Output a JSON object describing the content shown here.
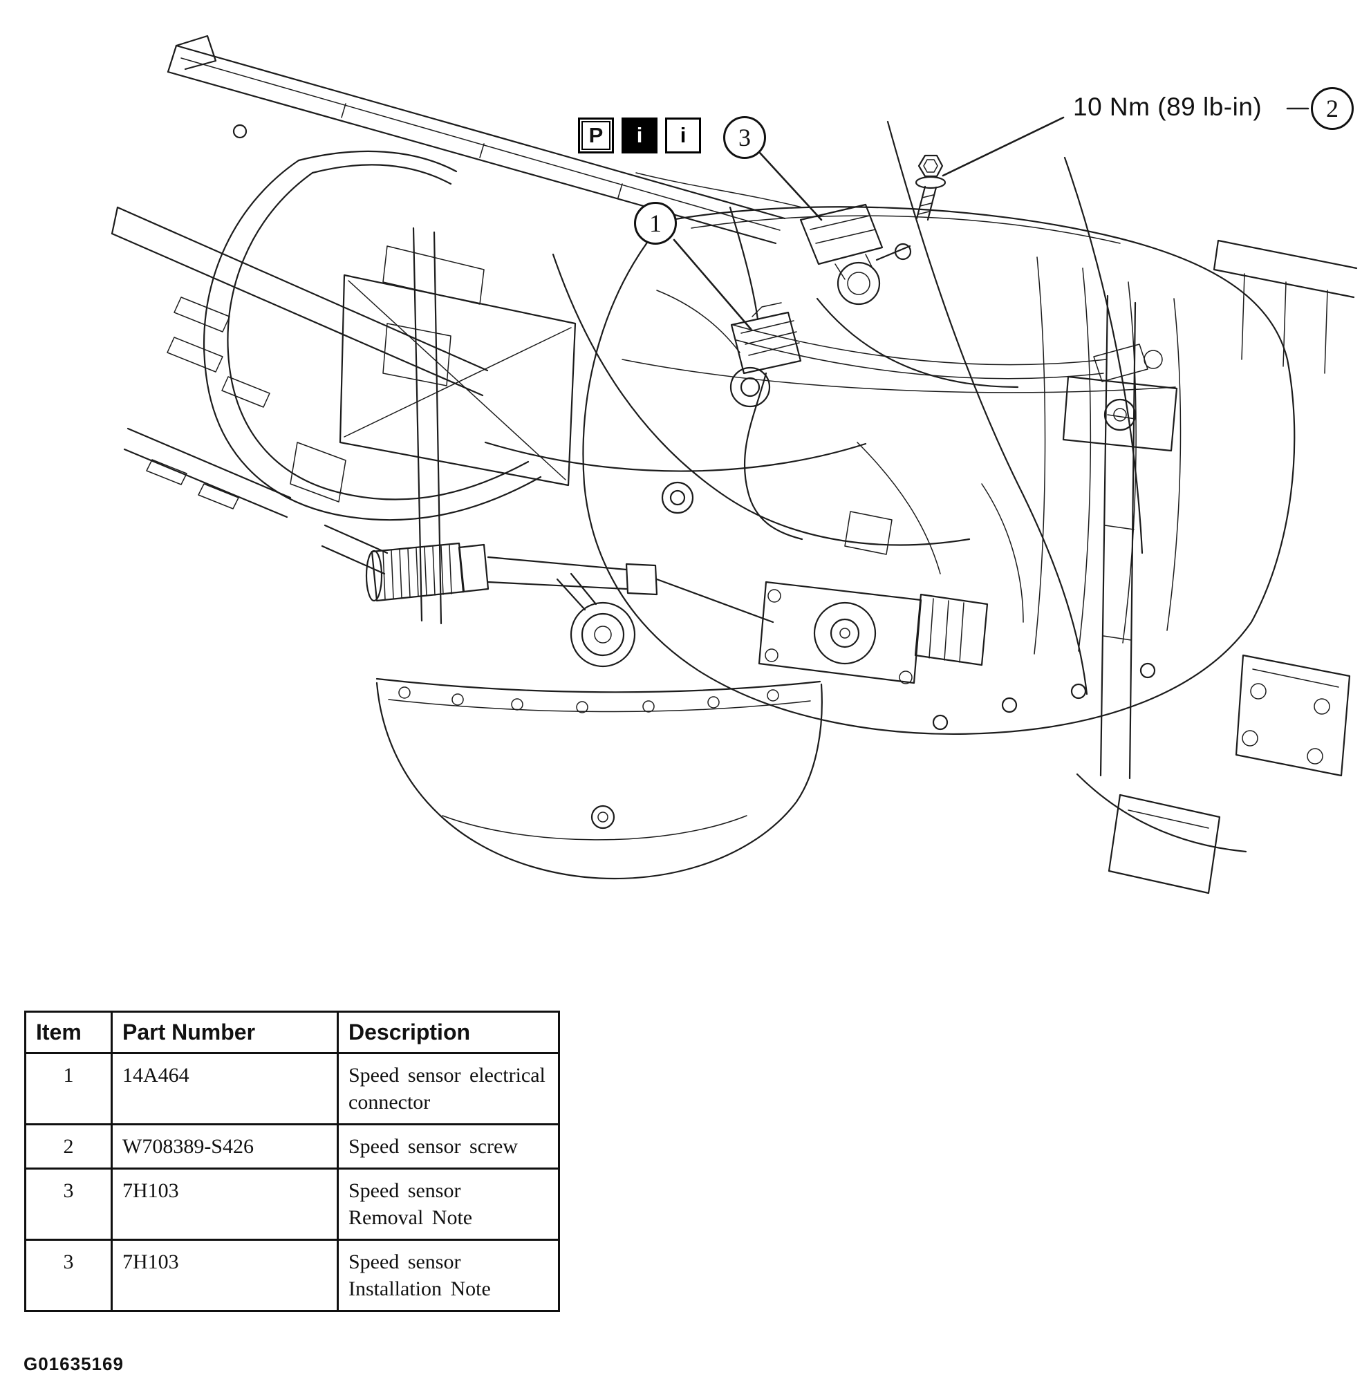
{
  "diagram": {
    "badges": [
      "P",
      "i",
      "i"
    ],
    "callouts": [
      {
        "number": "1"
      },
      {
        "number": "2"
      },
      {
        "number": "3"
      }
    ],
    "torque_label": "10 Nm (89 lb-in)"
  },
  "table": {
    "headers": [
      "Item",
      "Part Number",
      "Description"
    ],
    "rows": [
      {
        "item": "1",
        "part_number": "14A464",
        "description": "Speed sensor electrical connector",
        "note": ""
      },
      {
        "item": "2",
        "part_number": "W708389-S426",
        "description": "Speed sensor screw",
        "note": ""
      },
      {
        "item": "3",
        "part_number": "7H103",
        "description": "Speed sensor",
        "note": "Removal Note"
      },
      {
        "item": "3",
        "part_number": "7H103",
        "description": "Speed sensor",
        "note": "Installation Note"
      }
    ]
  },
  "figure_id": "G01635169"
}
